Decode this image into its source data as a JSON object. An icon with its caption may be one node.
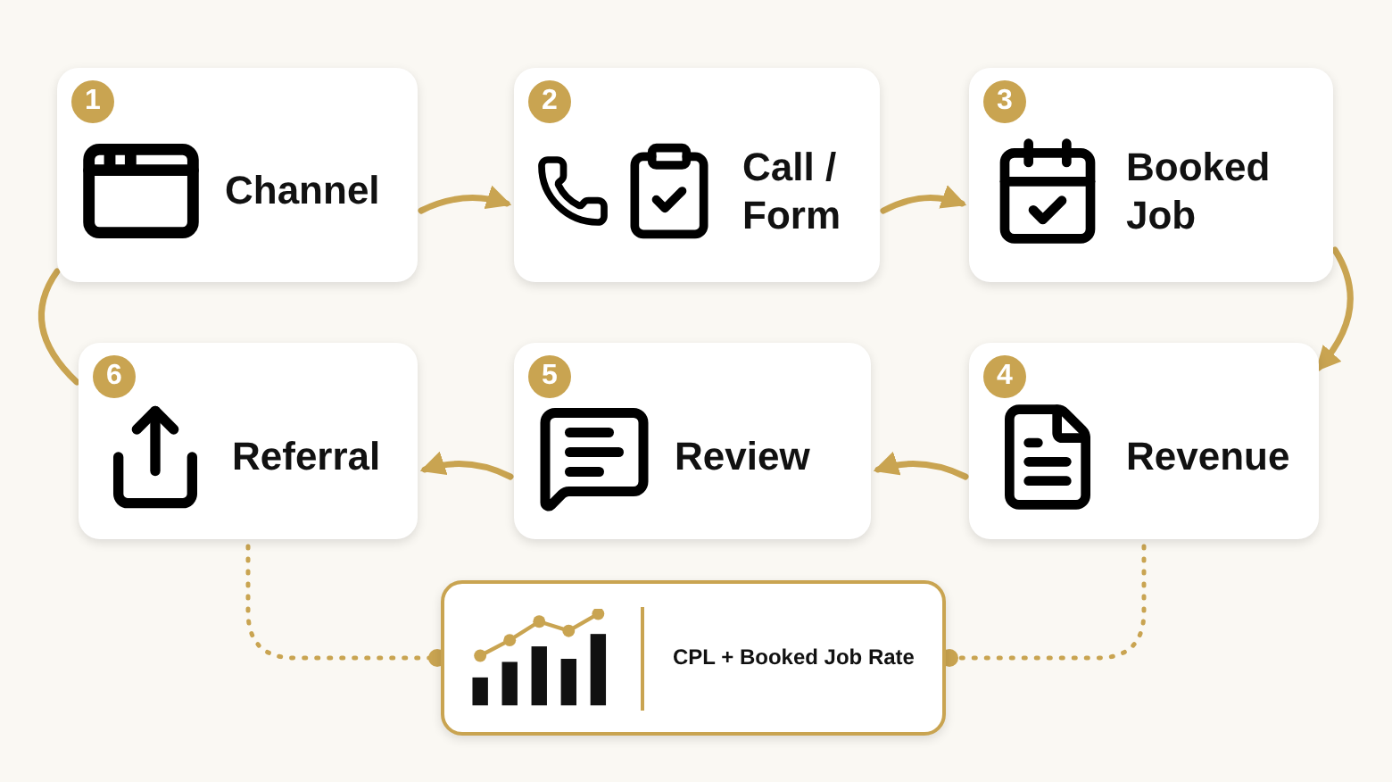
{
  "diagram": {
    "nodes": [
      {
        "text": [
          "1",
          "Channel"
        ]
      },
      {
        "text": [
          "2",
          "Call / Form"
        ]
      },
      {
        "text": [
          "3",
          "Booked Job"
        ]
      },
      {
        "text": [
          "4",
          "Revenue"
        ]
      },
      {
        "text": [
          "5",
          "Review"
        ]
      },
      {
        "text": [
          "6",
          "Referral"
        ]
      },
      {
        "text": [
          "CPL + Booked Job Rate"
        ]
      }
    ],
    "edges": [
      {
        "from": 0,
        "to": 1,
        "arrow": "to"
      },
      {
        "from": 1,
        "to": 2,
        "arrow": "to"
      },
      {
        "from": 2,
        "to": 3,
        "arrow": "to"
      },
      {
        "from": 3,
        "to": 4,
        "arrow": "to"
      },
      {
        "from": 4,
        "to": 5,
        "arrow": "to"
      },
      {
        "from": 5,
        "to": 0,
        "arrow": "none"
      },
      {
        "from": 5,
        "to": 6,
        "arrow": "other",
        "style": "dashed"
      },
      {
        "from": 3,
        "to": 6,
        "arrow": "other",
        "style": "dashed"
      }
    ]
  }
}
